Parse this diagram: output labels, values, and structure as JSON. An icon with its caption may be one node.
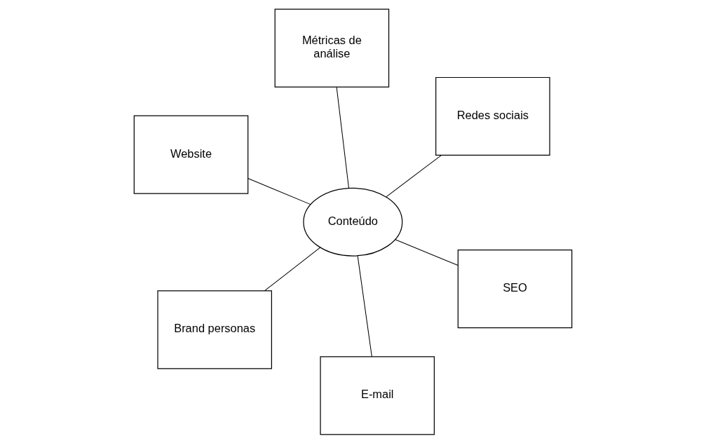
{
  "diagram": {
    "nodes": [
      {
        "text": [
          "Website"
        ]
      },
      {
        "text": [
          "SEO"
        ]
      },
      {
        "text": [
          "E-mail"
        ]
      },
      {
        "text": [
          "Conteúdo"
        ]
      },
      {
        "text": [
          "Redes sociais"
        ]
      },
      {
        "text": [
          "Métricas de análise"
        ]
      },
      {
        "text": [
          "Brand personas"
        ]
      }
    ],
    "edges": [
      {
        "from": 3,
        "to": 0,
        "arrow": "none"
      },
      {
        "from": 3,
        "to": 1,
        "arrow": "none"
      },
      {
        "from": 3,
        "to": 2,
        "arrow": "none"
      },
      {
        "from": 3,
        "to": 4,
        "arrow": "none"
      },
      {
        "from": 3,
        "to": 5,
        "arrow": "none"
      },
      {
        "from": 3,
        "to": 6,
        "arrow": "none"
      }
    ]
  }
}
